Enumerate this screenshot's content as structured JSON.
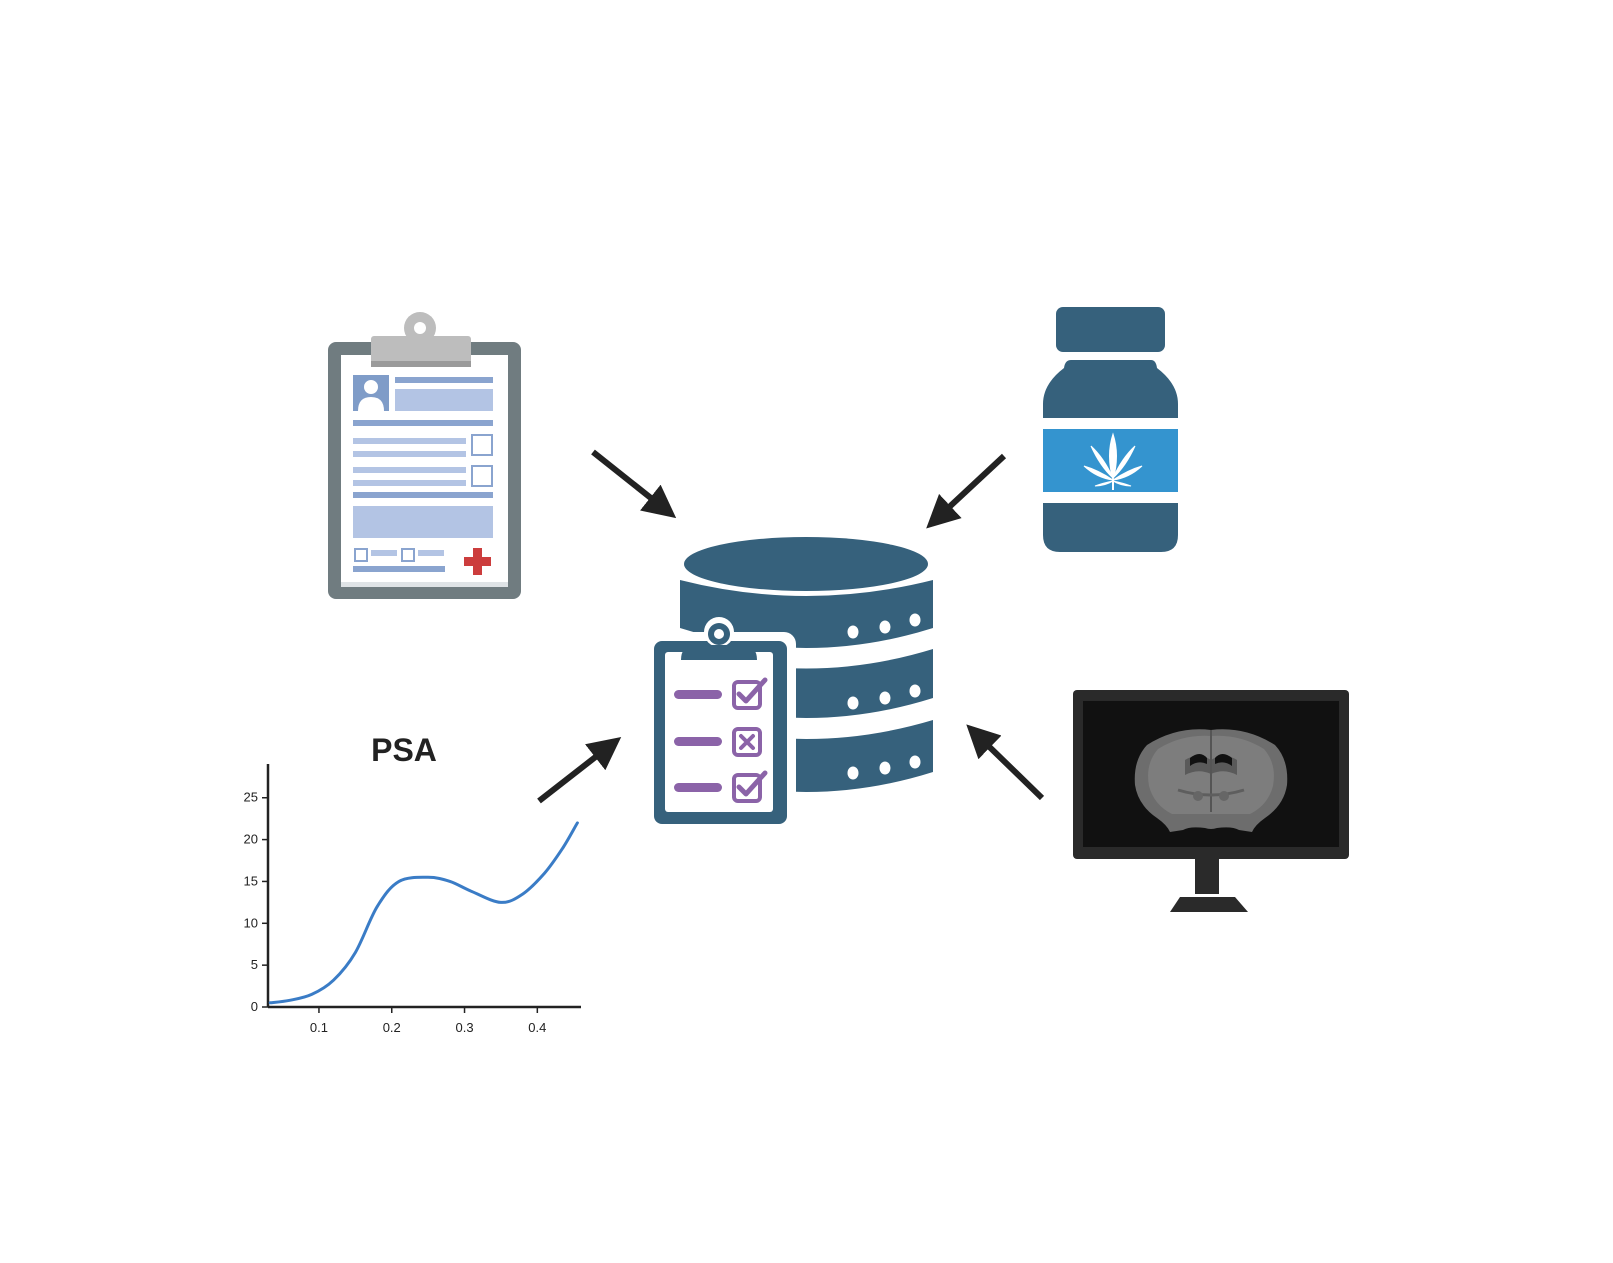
{
  "colors": {
    "db": "#36617c",
    "bottle_label": "#3494cf",
    "check": "#8b63a8",
    "arrow": "#222222",
    "curve": "#3a7cc6",
    "cross": "#cc3d3d",
    "clipboard_board": "#707c80",
    "monitor": "#2a2a2a"
  },
  "icons": {
    "center": "database-with-checklist-icon",
    "top_left": "medical-record-clipboard-icon",
    "top_right": "cannabis-medicine-bottle-icon",
    "bottom_left": "psa-line-chart",
    "bottom_right": "brain-scan-monitor-icon"
  },
  "chart_data": {
    "type": "line",
    "title": "PSA",
    "xlabel": "",
    "ylabel": "",
    "xlim": [
      0.03,
      0.46
    ],
    "ylim": [
      0,
      27
    ],
    "x_ticks": [
      "0.1",
      "0.2",
      "0.3",
      "0.4"
    ],
    "y_ticks": [
      "0",
      "5",
      "10",
      "15",
      "20",
      "25"
    ],
    "series": [
      {
        "x": [
          0.033,
          0.06,
          0.09,
          0.12,
          0.15,
          0.18,
          0.21,
          0.25,
          0.28,
          0.31,
          0.35,
          0.38,
          0.41,
          0.435,
          0.455
        ],
        "y": [
          0.5,
          0.8,
          1.5,
          3.2,
          6.5,
          12.0,
          15.0,
          15.5,
          15.0,
          13.8,
          12.5,
          13.5,
          16.0,
          19.0,
          22.0
        ]
      }
    ],
    "grid": false
  }
}
